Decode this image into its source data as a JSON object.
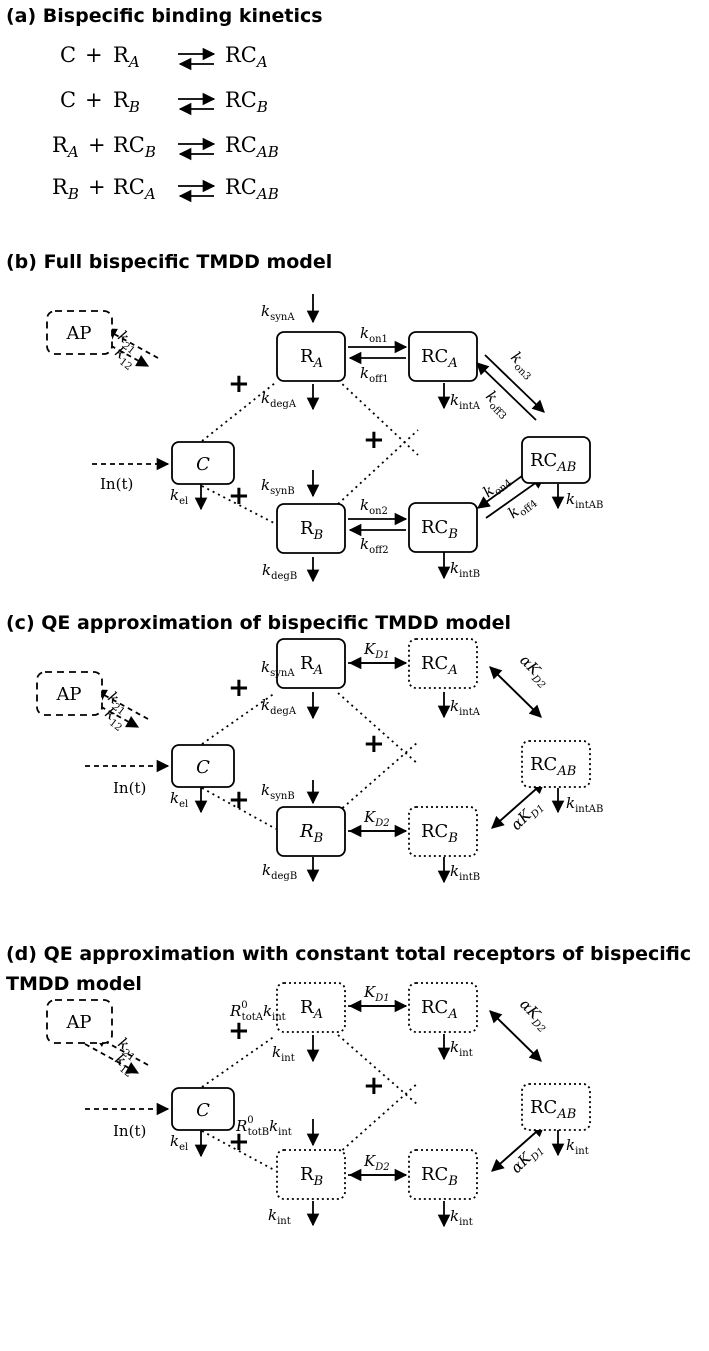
{
  "panel_a": {
    "title": "(a) Bispecific binding kinetics",
    "reactions": [
      {
        "lhs1": "C",
        "lhs2": "R",
        "lhs2_sub": "A",
        "rhs": "RC",
        "rhs_sub": "A"
      },
      {
        "lhs1": "C",
        "lhs2": "R",
        "lhs2_sub": "B",
        "rhs": "RC",
        "rhs_sub": "B"
      },
      {
        "lhs1": "R",
        "lhs1_sub": "A",
        "lhs2": "RC",
        "lhs2_sub": "B",
        "rhs": "RC",
        "rhs_sub": "AB"
      },
      {
        "lhs1": "R",
        "lhs1_sub": "B",
        "lhs2": "RC",
        "lhs2_sub": "A",
        "rhs": "RC",
        "rhs_sub": "AB"
      }
    ]
  },
  "panel_b": {
    "title": "(b) Full bispecific TMDD model",
    "nodes": {
      "ap": "AP",
      "c": "C",
      "ra": "R",
      "ra_sub": "A",
      "rb": "R",
      "rb_sub": "B",
      "rca": "RC",
      "rca_sub": "A",
      "rcb": "RC",
      "rcb_sub": "B",
      "rcab": "RC",
      "rcab_sub": "AB"
    },
    "rates": {
      "k21": "k",
      "k21_sub": "21",
      "k12": "k",
      "k12_sub": "12",
      "input": "In(t)",
      "kel": "k",
      "kel_sub": "el",
      "ksyna": "k",
      "ksyna_sub": "synA",
      "ksynb": "k",
      "ksynb_sub": "synB",
      "kdega": "k",
      "kdega_sub": "degA",
      "kdegb": "k",
      "kdegb_sub": "degB",
      "kon1": "k",
      "kon1_sub": "on1",
      "koff1": "k",
      "koff1_sub": "off1",
      "kon2": "k",
      "kon2_sub": "on2",
      "koff2": "k",
      "koff2_sub": "off2",
      "kinta": "k",
      "kinta_sub": "intA",
      "kintb": "k",
      "kintb_sub": "intB",
      "kon3": "k",
      "kon3_sub": "on3",
      "koff3": "k",
      "koff3_sub": "off3",
      "kon4": "k",
      "kon4_sub": "on4",
      "koff4": "k",
      "koff4_sub": "off4",
      "kintab": "k",
      "kintab_sub": "intAB"
    }
  },
  "panel_c": {
    "title": "(c) QE approximation of bispecific TMDD model",
    "nodes": {
      "ap": "AP",
      "c": "C",
      "ra": "R",
      "ra_sub": "A",
      "rb": "R",
      "rb_sub": "B",
      "rca": "RC",
      "rca_sub": "A",
      "rcb": "RC",
      "rcb_sub": "B",
      "rcab": "RC",
      "rcab_sub": "AB"
    },
    "rates": {
      "k21": "k",
      "k21_sub": "21",
      "k12": "k",
      "k12_sub": "12",
      "input": "In(t)",
      "kel": "k",
      "kel_sub": "el",
      "ksyna": "k",
      "ksyna_sub": "synA",
      "ksynb": "k",
      "ksynb_sub": "synB",
      "kdega": "k",
      "kdega_sub": "degA",
      "kdegb": "k",
      "kdegb_sub": "degB",
      "kd1": "K",
      "kd1_sub": "D1",
      "kd2": "K",
      "kd2_sub": "D2",
      "kinta": "k",
      "kinta_sub": "intA",
      "kintb": "k",
      "kintb_sub": "intB",
      "akd2": "αK",
      "akd2_sub": "D2",
      "akd1": "αK",
      "akd1_sub": "D1",
      "kintab": "k",
      "kintab_sub": "intAB"
    }
  },
  "panel_d": {
    "title_line1": "(d) QE approximation with constant total receptors of bispecific",
    "title_line2": "TMDD model",
    "nodes": {
      "ap": "AP",
      "c": "C",
      "ra": "R",
      "ra_sub": "A",
      "rb": "R",
      "rb_sub": "B",
      "rca": "RC",
      "rca_sub": "A",
      "rcb": "RC",
      "rcb_sub": "B",
      "rcab": "RC",
      "rcab_sub": "AB"
    },
    "rates": {
      "k21": "k",
      "k21_sub": "21",
      "k12": "k",
      "k12_sub": "12",
      "input": "In(t)",
      "kel": "k",
      "kel_sub": "el",
      "rtota": "R",
      "rtota_sup": "0",
      "rtota_sub": "totA",
      "rtota_k": "k",
      "rtota_ksub": "int",
      "rtotb": "R",
      "rtotb_sup": "0",
      "rtotb_sub": "totB",
      "rtotb_k": "k",
      "rtotb_ksub": "int",
      "kint": "k",
      "kint_sub": "int",
      "kd1": "K",
      "kd1_sub": "D1",
      "kd2": "K",
      "kd2_sub": "D2",
      "akd2": "αK",
      "akd2_sub": "D2",
      "akd1": "αK",
      "akd1_sub": "D1"
    }
  }
}
